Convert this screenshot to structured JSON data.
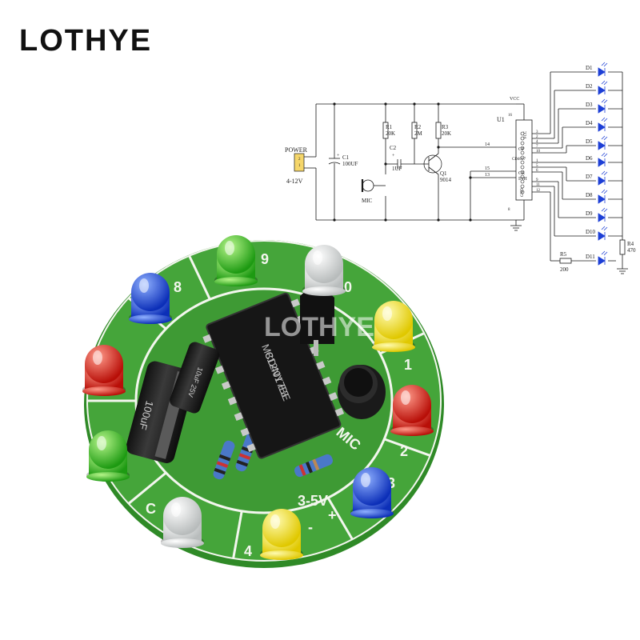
{
  "brand": {
    "logo_text": "LOTHYE",
    "watermark": "LOTHYE"
  },
  "schematic": {
    "power_label": "POWER",
    "power_range": "4-12V",
    "power_pins": [
      "2",
      "1"
    ],
    "vcc": "VCC",
    "c1": {
      "ref": "C1",
      "value": "100UF"
    },
    "c2": {
      "ref": "C2",
      "value": "1UF"
    },
    "r1": {
      "ref": "R1",
      "value": "20K"
    },
    "r2": {
      "ref": "R2",
      "value": "2M"
    },
    "r3": {
      "ref": "R3",
      "value": "20K"
    },
    "q1": {
      "ref": "Q1",
      "value": "9014"
    },
    "mic": "MIC",
    "u1": {
      "ref": "U1",
      "chip": "CD4017",
      "pin_vcc": "VCC",
      "pin_cp": "CP",
      "pin_cr": "CR",
      "pin_inh": "INH",
      "pin_gnd": "GND"
    },
    "u1_pins": {
      "p16": "16",
      "p14": "14",
      "p15": "15",
      "p13": "13",
      "p8": "8"
    },
    "u1_out_pins": [
      "3",
      "2",
      "4",
      "7",
      "10",
      "1",
      "5",
      "6",
      "9",
      "11",
      "12"
    ],
    "leds": [
      "D1",
      "D2",
      "D3",
      "D4",
      "D5",
      "D6",
      "D7",
      "D8",
      "D9",
      "D10",
      "D11"
    ],
    "r4": {
      "ref": "R4",
      "value": "470"
    },
    "r5": {
      "ref": "R5",
      "value": "200"
    },
    "plus": "+"
  },
  "pcb": {
    "numbers": [
      "8",
      "9",
      "10",
      "1",
      "2",
      "3",
      "4",
      "C"
    ],
    "mic_label": "MIC",
    "voltage_label": "3-5V",
    "plus_label": "+",
    "minus_label": "-",
    "chip_text_1": "M812NY E3",
    "chip_text_2": "CD4017BE",
    "cap_text_1": "100uF",
    "cap_text_2": "10uF 25V",
    "colors": {
      "board": "#3e9a34",
      "board_dark": "#2b7a25",
      "silk": "#f3f6ee"
    }
  }
}
